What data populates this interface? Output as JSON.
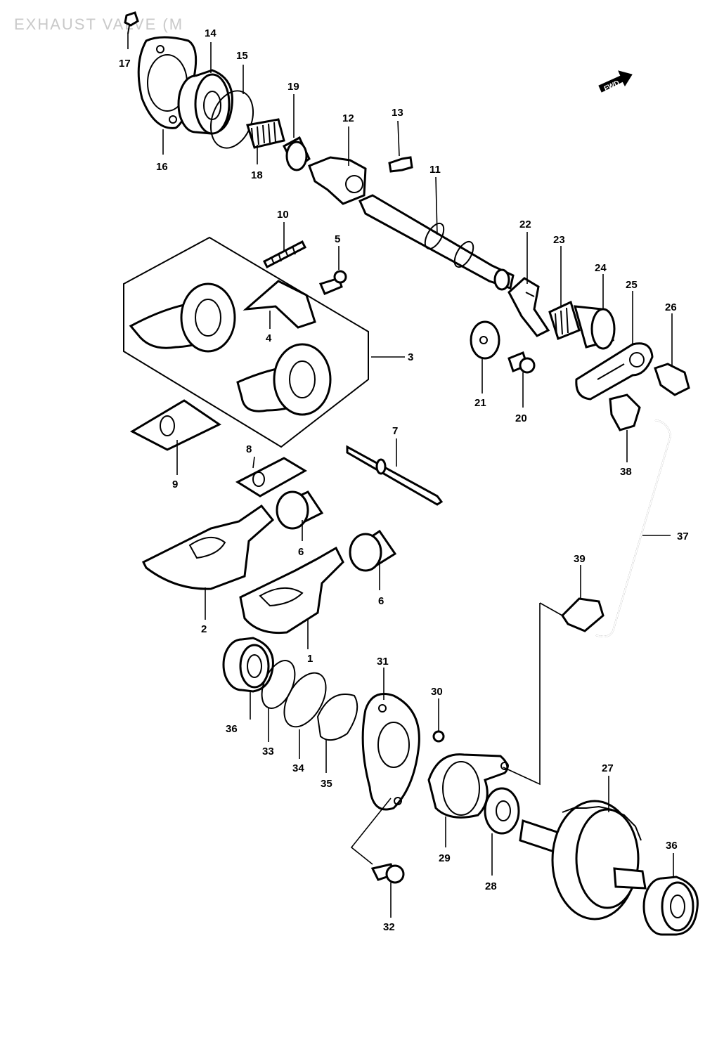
{
  "title": "EXHAUST VALVE (M",
  "fwd_label": "FWD",
  "callouts": {
    "c1": "1",
    "c2": "2",
    "c3": "3",
    "c4": "4",
    "c5": "5",
    "c6a": "6",
    "c6b": "6",
    "c7": "7",
    "c8": "8",
    "c9": "9",
    "c10": "10",
    "c11": "11",
    "c12": "12",
    "c13": "13",
    "c14": "14",
    "c15": "15",
    "c16": "16",
    "c17": "17",
    "c18": "18",
    "c19": "19",
    "c20": "20",
    "c21": "21",
    "c22": "22",
    "c23": "23",
    "c24": "24",
    "c25": "25",
    "c26": "26",
    "c27": "27",
    "c28": "28",
    "c29": "29",
    "c30": "30",
    "c31": "31",
    "c32": "32",
    "c33": "33",
    "c34": "34",
    "c35": "35",
    "c36a": "36",
    "c36b": "36",
    "c37": "37",
    "c38": "38",
    "c39": "39"
  }
}
